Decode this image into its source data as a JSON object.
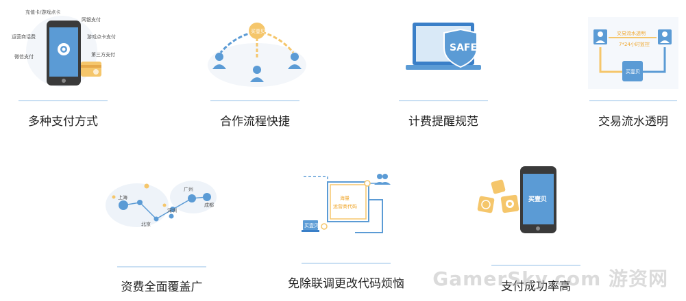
{
  "features": [
    {
      "label": "多种支付方式",
      "illus": {
        "items": [
          "充值卡/游戏点卡",
          "网银支付",
          "运营商话费",
          "游戏点卡支付",
          "微信支付",
          "第三方支付"
        ]
      }
    },
    {
      "label": "合作流程快捷",
      "illus": {
        "center": "买壹贝"
      }
    },
    {
      "label": "计费提醒规范",
      "illus": {
        "badge": "SAFE"
      }
    },
    {
      "label": "交易流水透明",
      "illus": {
        "line1": "交易流水透明",
        "line2": "7*24小时监控",
        "box": "买壹贝"
      }
    },
    {
      "label": "资费全面覆盖广",
      "illus": {
        "cities": [
          "上海",
          "广州",
          "深圳",
          "成都",
          "北京"
        ]
      }
    },
    {
      "label": "免除联调更改代码烦恼",
      "illus": {
        "line1": "海量",
        "line2": "运营商代码",
        "pc": "买壹贝"
      }
    },
    {
      "label": "支付成功率高",
      "illus": {
        "phone": "买壹贝"
      }
    }
  ],
  "watermark": "GamerSky.com 游资网",
  "colors": {
    "blue": "#5b9bd5",
    "light_blue": "#c9dff3",
    "orange": "#f5c66b",
    "dark": "#3a3a3a"
  }
}
